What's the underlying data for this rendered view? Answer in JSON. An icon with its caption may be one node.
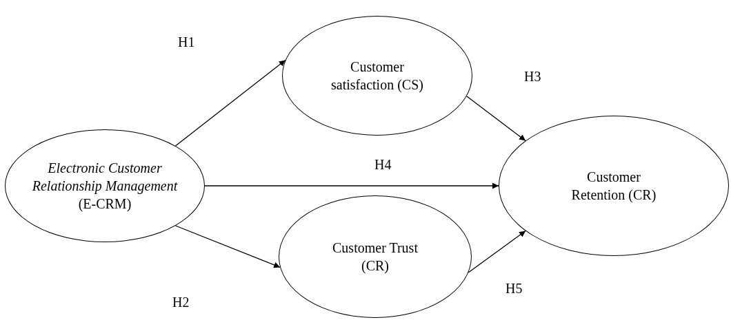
{
  "diagram": {
    "nodes": [
      {
        "text": [
          "*Electronic Customer Relationship Management* (E-CRM)"
        ]
      },
      {
        "text": [
          "Customer satisfaction (CS)"
        ]
      },
      {
        "text": [
          "Customer Trust (CR)"
        ]
      },
      {
        "text": [
          "Customer Retention (CR)"
        ]
      }
    ],
    "edges": [
      {
        "from": 0,
        "to": 1,
        "arrow": "to",
        "label": "H1"
      },
      {
        "from": 0,
        "to": 2,
        "arrow": "to",
        "label": "H2"
      },
      {
        "from": 1,
        "to": 3,
        "arrow": "to",
        "label": "H3"
      },
      {
        "from": 0,
        "to": 3,
        "arrow": "to",
        "label": "H4"
      },
      {
        "from": 2,
        "to": 3,
        "arrow": "to",
        "label": "H5"
      }
    ]
  }
}
